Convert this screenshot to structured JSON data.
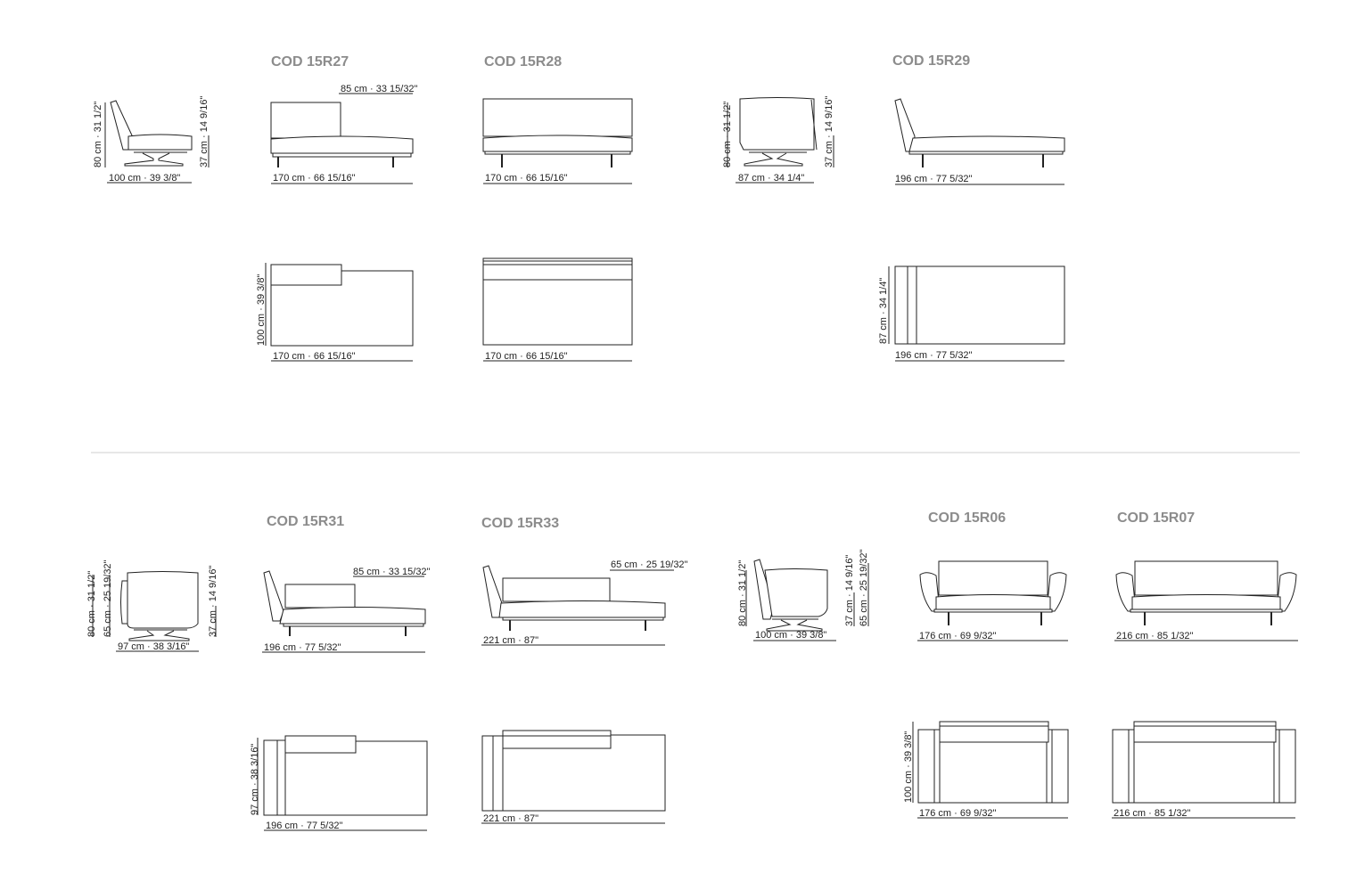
{
  "top_row": {
    "side_a": {
      "height": "80 cm · 31 1/2\"",
      "seat": "37 cm · 14 9/16\"",
      "depth": "100 cm · 39 3/8\""
    },
    "m15r27": {
      "title": "COD 15R27",
      "back": "85 cm · 33 15/32\"",
      "width": "170 cm · 66 15/16\"",
      "plan_depth": "100 cm · 39 3/8\"",
      "plan_width": "170 cm · 66 15/16\""
    },
    "m15r28": {
      "title": "COD 15R28",
      "width": "170 cm · 66 15/16\"",
      "plan_width": "170 cm · 66 15/16\""
    },
    "side_b": {
      "height": "80 cm · 31 1/2\"",
      "seat": "37 cm · 14 9/16\"",
      "depth": "87 cm · 34 1/4\""
    },
    "m15r29": {
      "title": "COD 15R29",
      "width": "196 cm · 77 5/32\"",
      "plan_depth": "87 cm · 34 1/4\"",
      "plan_width": "196 cm · 77 5/32\""
    }
  },
  "bottom_row": {
    "side_c": {
      "height": "80 cm · 31 1/2\"",
      "arm": "65 cm · 25 19/32\"",
      "seat": "37 cm · 14 9/16\"",
      "depth": "97 cm · 38 3/16\""
    },
    "m15r31": {
      "title": "COD 15R31",
      "back": "85 cm · 33 15/32\"",
      "width": "196 cm · 77 5/32\"",
      "plan_depth": "97 cm · 38 3/16\"",
      "plan_width": "196 cm · 77 5/32\""
    },
    "m15r33": {
      "title": "COD 15R33",
      "back": "65 cm · 25 19/32\"",
      "width": "221 cm · 87\"",
      "plan_width": "221 cm · 87\""
    },
    "side_d": {
      "height": "80 cm · 31 1/2\"",
      "seat": "37 cm · 14 9/16\"",
      "arm": "65 cm · 25 19/32\"",
      "depth": "100 cm · 39 3/8\""
    },
    "m15r06": {
      "title": "COD 15R06",
      "width": "176 cm · 69 9/32\"",
      "plan_depth": "100 cm · 39 3/8\"",
      "plan_width": "176 cm · 69 9/32\""
    },
    "m15r07": {
      "title": "COD 15R07",
      "width": "216 cm · 85 1/32\"",
      "plan_width": "216 cm · 85 1/32\""
    }
  }
}
